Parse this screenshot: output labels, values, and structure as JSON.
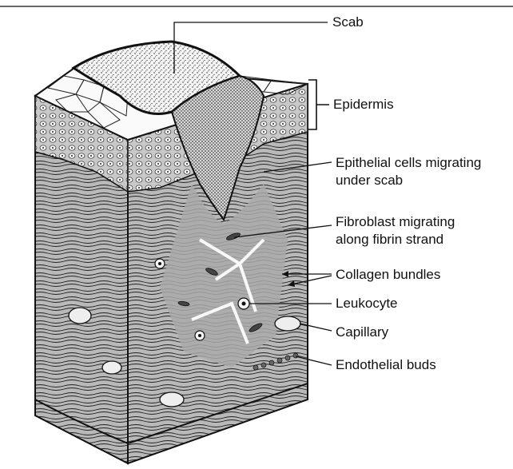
{
  "labels": {
    "scab": "Scab",
    "epidermis": "Epidermis",
    "epithelial_line1": "Epithelial cells migrating",
    "epithelial_line2": "under scab",
    "fibroblast_line1": "Fibroblast migrating",
    "fibroblast_line2": "along fibrin strand",
    "collagen": "Collagen bundles",
    "leukocyte": "Leukocyte",
    "capillary": "Capillary",
    "endothelial": "Endothelial buds"
  },
  "colors": {
    "ink": "#111111",
    "tissue_gray": "#a9a9a9",
    "scab_fill": "#f2f2f2",
    "background": "#ffffff"
  }
}
